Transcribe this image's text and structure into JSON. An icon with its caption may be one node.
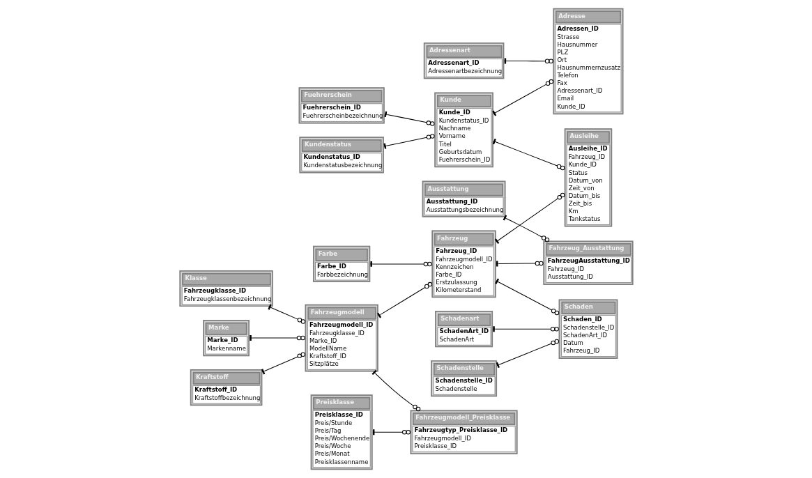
{
  "diagram": {
    "nodes": [
      {
        "text": [
          "Adressenart",
          "Adressenart_ID",
          "Adressenartbezeichnung"
        ]
      },
      {
        "text": [
          "Adresse",
          "Adressen_ID",
          "Strasse",
          "Hausnummer",
          "PLZ",
          "Ort",
          "Hausnummernzusatz",
          "Telefon",
          "Fax",
          "Adressenart_ID",
          "Email",
          "Kunde_ID"
        ]
      },
      {
        "text": [
          "Ausstattung",
          "Ausstattung_ID",
          "Ausstattungsbezeichnung"
        ]
      },
      {
        "text": [
          "Fahrzeug_Ausstattung",
          "FahrzeugAusstattung_ID",
          "Fahrzeug_ID",
          "Ausstattung_ID"
        ]
      },
      {
        "text": [
          "Schadenstelle",
          "Schadenstelle_ID",
          "Schadenstelle"
        ]
      },
      {
        "text": [
          "Schaden",
          "Schaden_ID",
          "Schadenstelle_ID",
          "SchadenArt_ID",
          "Datum",
          "Fahrzeug_ID"
        ]
      },
      {
        "text": [
          "Schadenart",
          "SchadenArt_ID",
          "SchadenArt"
        ]
      },
      {
        "text": [
          "Kunde",
          "Kunde_ID",
          "Kundenstatus_ID",
          "Nachname",
          "Vorname",
          "Titel",
          "Geburtsdatum",
          "Fuehrerschein_ID"
        ]
      },
      {
        "text": [
          "Ausleihe",
          "Ausleihe_ID",
          "Fahrzeug_ID",
          "Kunde_ID",
          "Status",
          "Datum_von",
          "Zeit_von",
          "Datum_bis",
          "Zeit_bis",
          "Km",
          "Tankstatus"
        ]
      },
      {
        "text": [
          "Fahrzeug",
          "Fahrzeug_ID",
          "Fahrzeugmodell_ID",
          "Kennzeichen",
          "Farbe_ID",
          "Erstzulassung",
          "Kilometerstand"
        ]
      },
      {
        "text": [
          "Kundenstatus",
          "Kundenstatus_ID",
          "Kundenstatusbezeichnung"
        ]
      },
      {
        "text": [
          "Fuehrerschein",
          "Fuehrerschein_ID",
          "Fuehrerscheinbezeichnung"
        ]
      },
      {
        "text": [
          "Farbe",
          "Farbe_ID",
          "Farbbezeichnung"
        ]
      },
      {
        "text": [
          "Klasse",
          "Fahrzeugklasse_ID",
          "Fahrzeugklassenbezeichnung"
        ]
      },
      {
        "text": [
          "Fahrzeugmodell",
          "Fahrzeugmodell_ID",
          "Fahrzeugklasse_ID",
          "Marke_ID",
          "ModellName",
          "Kraftstoff_ID",
          "Sitzplätze"
        ]
      },
      {
        "text": [
          "Fahrzeugmodell_Preisklasse",
          "Fahrzeugtyp_Preisklasse_ID",
          "Fahrzeugmodell_ID",
          "Preisklasse_ID"
        ]
      },
      {
        "text": [
          "Preisklasse",
          "Preisklasse_ID",
          "Preis/Stunde",
          "Preis/Tag",
          "Preis/Wochenende",
          "Preis/Woche",
          "Preis/Monat",
          "Preisklassenname"
        ]
      },
      {
        "text": [
          "Marke",
          "Marke_ID",
          "Markenname"
        ]
      },
      {
        "text": [
          "Kraftstoff",
          "Kraftstoff_ID",
          "Kraftstoffbezeichnung"
        ]
      }
    ],
    "edges": [
      {
        "from": 0,
        "to": 1,
        "arrow": "other"
      },
      {
        "from": 7,
        "to": 1,
        "arrow": "other"
      },
      {
        "from": 2,
        "to": 3,
        "arrow": "other"
      },
      {
        "from": 9,
        "to": 3,
        "arrow": "other"
      },
      {
        "from": 4,
        "to": 5,
        "arrow": "other"
      },
      {
        "from": 6,
        "to": 5,
        "arrow": "other"
      },
      {
        "from": 9,
        "to": 5,
        "arrow": "other"
      },
      {
        "from": 7,
        "to": 8,
        "arrow": "other"
      },
      {
        "from": 9,
        "to": 8,
        "arrow": "other"
      },
      {
        "from": 10,
        "to": 7,
        "arrow": "other"
      },
      {
        "from": 11,
        "to": 7,
        "arrow": "other"
      },
      {
        "from": 12,
        "to": 9,
        "arrow": "other"
      },
      {
        "from": 14,
        "to": 9,
        "arrow": "other"
      },
      {
        "from": 13,
        "to": 14,
        "arrow": "other"
      },
      {
        "from": 17,
        "to": 14,
        "arrow": "other"
      },
      {
        "from": 18,
        "to": 14,
        "arrow": "other"
      },
      {
        "from": 14,
        "to": 15,
        "arrow": "other"
      },
      {
        "from": 16,
        "to": 15,
        "arrow": "other"
      }
    ]
  }
}
